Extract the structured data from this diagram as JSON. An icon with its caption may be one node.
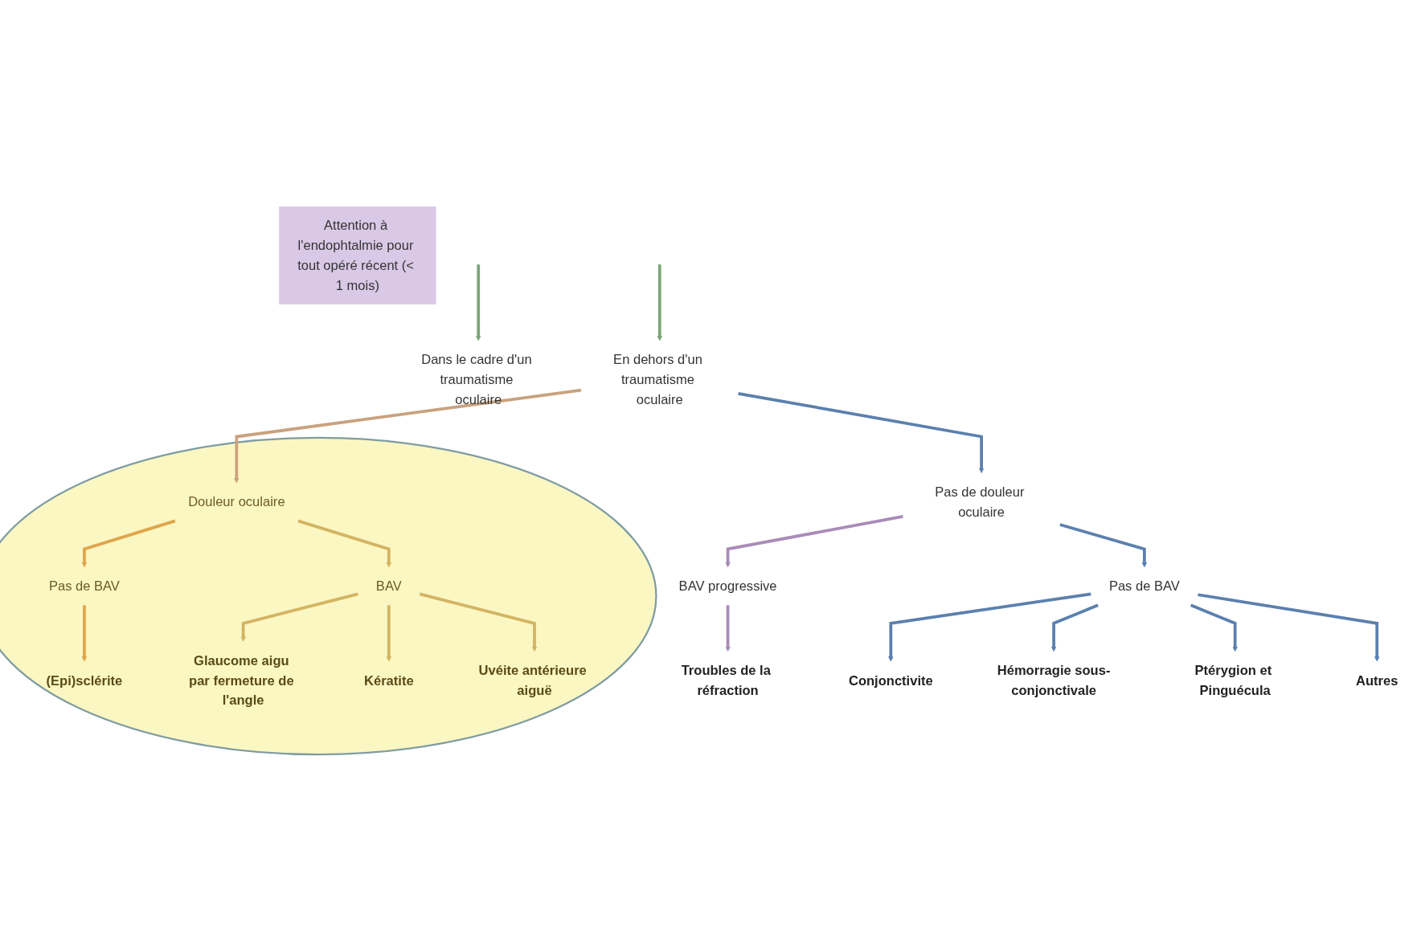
{
  "diagram": {
    "nodes": [
      {
        "text": [
          "Attention à l'endophtalmie pour tout opéré récent (< 1 mois)"
        ]
      },
      {
        "text": [
          "Dans le cadre d'un traumatisme oculaire"
        ]
      },
      {
        "text": [
          "En dehors d'un traumatisme oculaire"
        ]
      },
      {
        "text": [
          "Pas de douleur oculaire"
        ]
      },
      {
        "text": [
          "BAV progressive"
        ]
      },
      {
        "text": [
          "Troubles de la réfraction"
        ]
      },
      {
        "text": [
          "Pas de BAV"
        ]
      },
      {
        "text": [
          "Conjonctivite"
        ]
      },
      {
        "text": [
          "Hémorragie sous-conjonctivale"
        ]
      },
      {
        "text": [
          "Ptérygion et Pinguécula"
        ]
      },
      {
        "text": [
          "Autres"
        ]
      },
      {
        "text": [],
        "shape": "circle"
      },
      {
        "text": [
          "Douleur oculaire"
        ],
        "in": 11
      },
      {
        "text": [
          "Pas de BAV"
        ],
        "in": 11
      },
      {
        "text": [
          "BAV"
        ],
        "in": 11
      },
      {
        "text": [
          "(Epi)sclérite"
        ],
        "in": 11
      },
      {
        "text": [
          "Glaucome aigu par fermeture de l'angle"
        ],
        "in": 11
      },
      {
        "text": [
          "Kératite"
        ],
        "in": 11
      },
      {
        "text": [
          "Uvéite antérieure aiguë"
        ],
        "in": 11
      }
    ],
    "edges": [
      {
        "from": null,
        "to": 1,
        "arrow": "to",
        "color": "#7aa677"
      },
      {
        "from": null,
        "to": 2,
        "arrow": "to",
        "color": "#7aa677"
      },
      {
        "from": 2,
        "to": 3,
        "arrow": "to"
      },
      {
        "from": 3,
        "to": 4,
        "arrow": "to",
        "color": "#a98bb8"
      },
      {
        "from": 3,
        "to": 6,
        "arrow": "to"
      },
      {
        "from": 4,
        "to": 5,
        "arrow": "to",
        "color": "#a98bb8"
      },
      {
        "from": 6,
        "to": 7,
        "arrow": "to"
      },
      {
        "from": 6,
        "to": 8,
        "arrow": "to"
      },
      {
        "from": 6,
        "to": 9,
        "arrow": "to"
      },
      {
        "from": 6,
        "to": 10,
        "arrow": "to"
      },
      {
        "from": 2,
        "to": 12,
        "arrow": "to",
        "color": "#c9a27e"
      },
      {
        "from": 12,
        "to": 13,
        "arrow": "to",
        "color": "#e0a54c"
      },
      {
        "from": 12,
        "to": 14,
        "arrow": "to",
        "color": "#d3b462"
      },
      {
        "from": 13,
        "to": 15,
        "arrow": "to",
        "color": "#e0a54c"
      },
      {
        "from": 14,
        "to": 16,
        "arrow": "to",
        "color": "#d3b462"
      },
      {
        "from": 14,
        "to": 18,
        "arrow": "to",
        "color": "#d3b462"
      },
      {
        "from": 14,
        "to": 17,
        "arrow": "to",
        "color": "#d3b462"
      }
    ]
  }
}
